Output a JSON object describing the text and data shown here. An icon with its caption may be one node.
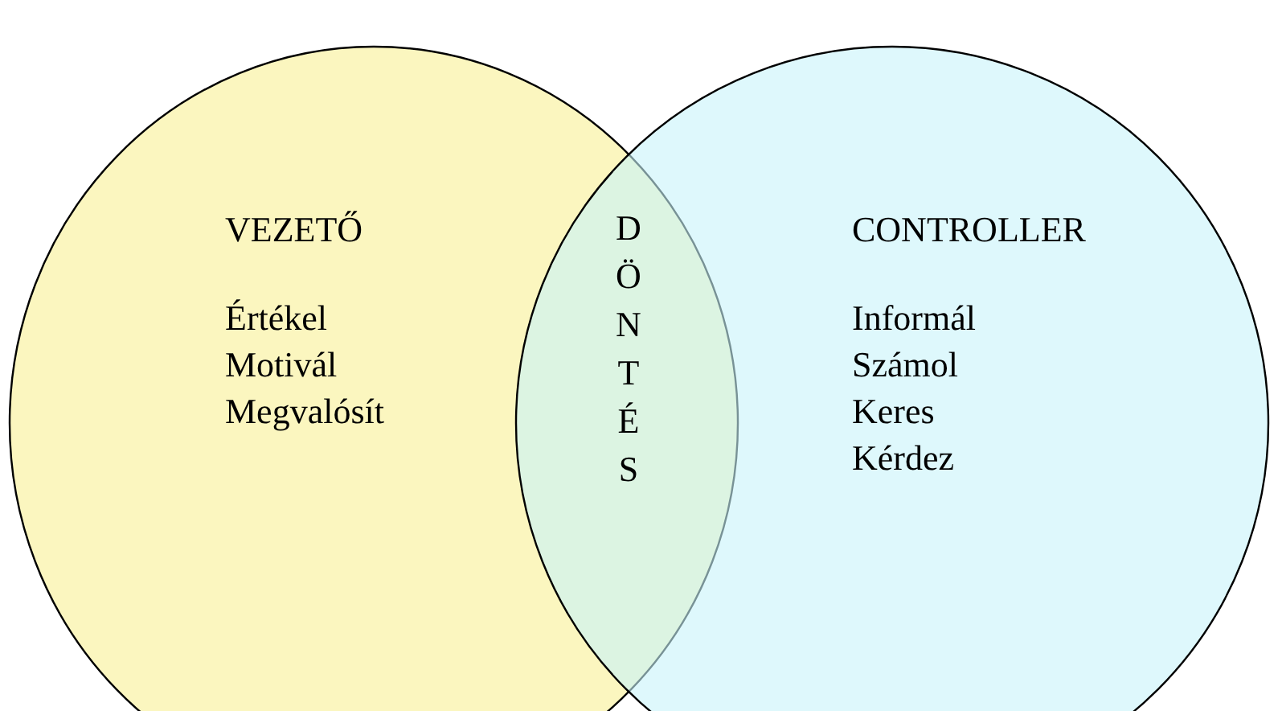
{
  "diagram": {
    "nodes": [
      {
        "text": [
          "VEZETŐ",
          "Értékel",
          "Motivál",
          "Megvalósít"
        ]
      },
      {
        "text": [
          "CONTROLLER",
          "Informál",
          "Számol",
          "Keres",
          "Kérdez"
        ]
      }
    ],
    "labels": [
      "DÖNTÉS"
    ]
  }
}
